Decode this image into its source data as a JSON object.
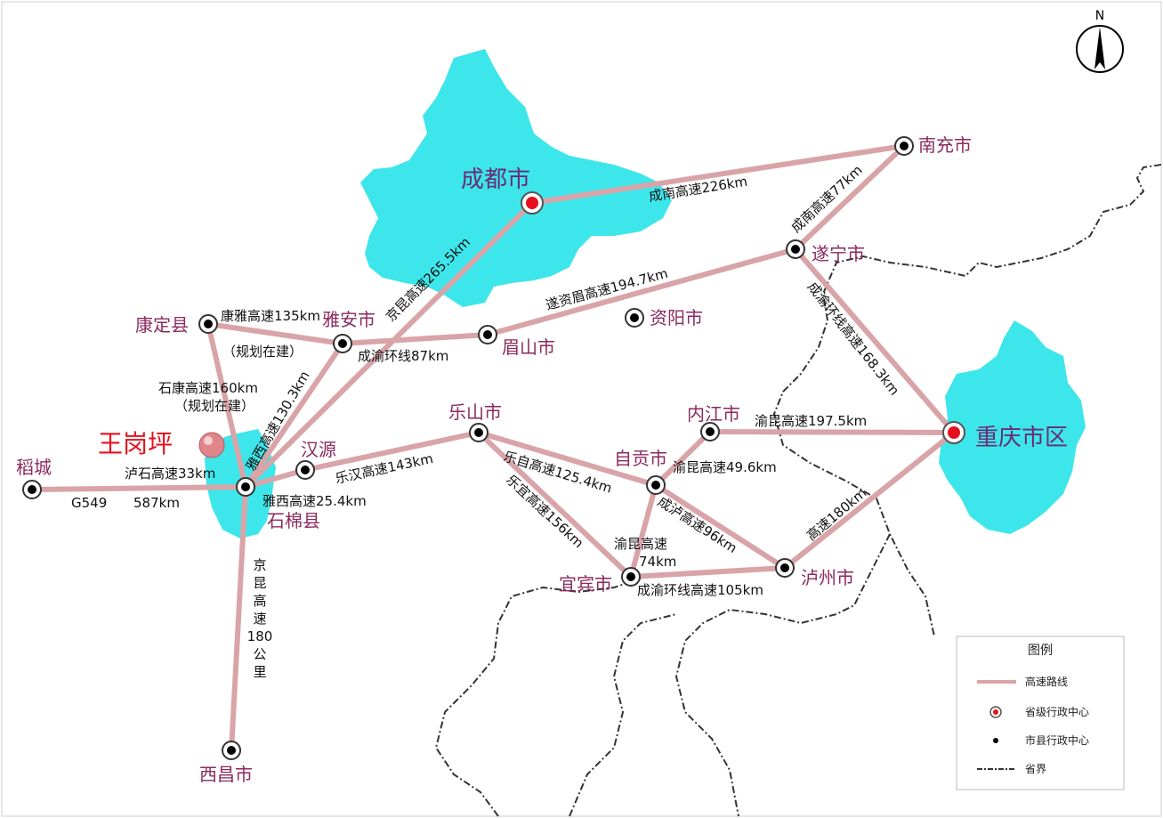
{
  "north_label": "N",
  "colors": {
    "road": "#d9a4a8",
    "city_region": "#3de6ea",
    "label": "#8a2a5e",
    "provincial_dot": "#e5101b",
    "site_marker": "#e0868a"
  },
  "cities": {
    "chengdu": "成都市",
    "chongqing": "重庆市区",
    "nanchong": "南充市",
    "suining": "遂宁市",
    "ziyang": "资阳市",
    "meishan": "眉山市",
    "yaan": "雅安市",
    "kangding": "康定县",
    "leshan": "乐山市",
    "neijiang": "内江市",
    "zigong": "自贡市",
    "yibin": "宜宾市",
    "luzhou": "泸州市",
    "hanyuan": "汉源",
    "shimian": "石棉县",
    "daocheng": "稻城",
    "xichang": "西昌市",
    "wanggangping": "王岗坪"
  },
  "routes": {
    "chengnan": "成南高速226km",
    "chengnan_sui": "成南高速77km",
    "suizimei": "遂资眉高速194.7km",
    "chengyu_ring_87": "成渝环线87km",
    "jingkun_265": "京昆高速265.5km",
    "kangya": "康雅高速135km",
    "kangya_note": "（规划在建）",
    "yaxi_130": "雅西高速130.3km",
    "shikang": "石康高速160km",
    "shikang_note": "（规划在建）",
    "lushi": "泸石高速33km",
    "g549_a": "G549",
    "g549_b": "587km",
    "yaxi_25": "雅西高速25.4km",
    "lehan": "乐汉高速143km",
    "chengyu_ring_168": "成渝环线高速168.3km",
    "yukun_197": "渝昆高速197.5km",
    "lezi": "乐自高速125.4km",
    "yukun_49": "渝昆高速49.6km",
    "leyi": "乐宜高速156km",
    "chenglu": "成泸高速96km",
    "yukun_74_a": "渝昆高速",
    "yukun_74_b": "74km",
    "chengyu_ring_105": "成渝环线高速105km",
    "gaosu_180": "高速180km",
    "jingkun_180": [
      "京",
      "昆",
      "高",
      "速",
      "180",
      "公",
      "里"
    ]
  },
  "legend": {
    "title": "图例",
    "road": "高速路线",
    "provincial": "省级行政中心",
    "municipal": "市县行政中心",
    "border": "省界"
  }
}
